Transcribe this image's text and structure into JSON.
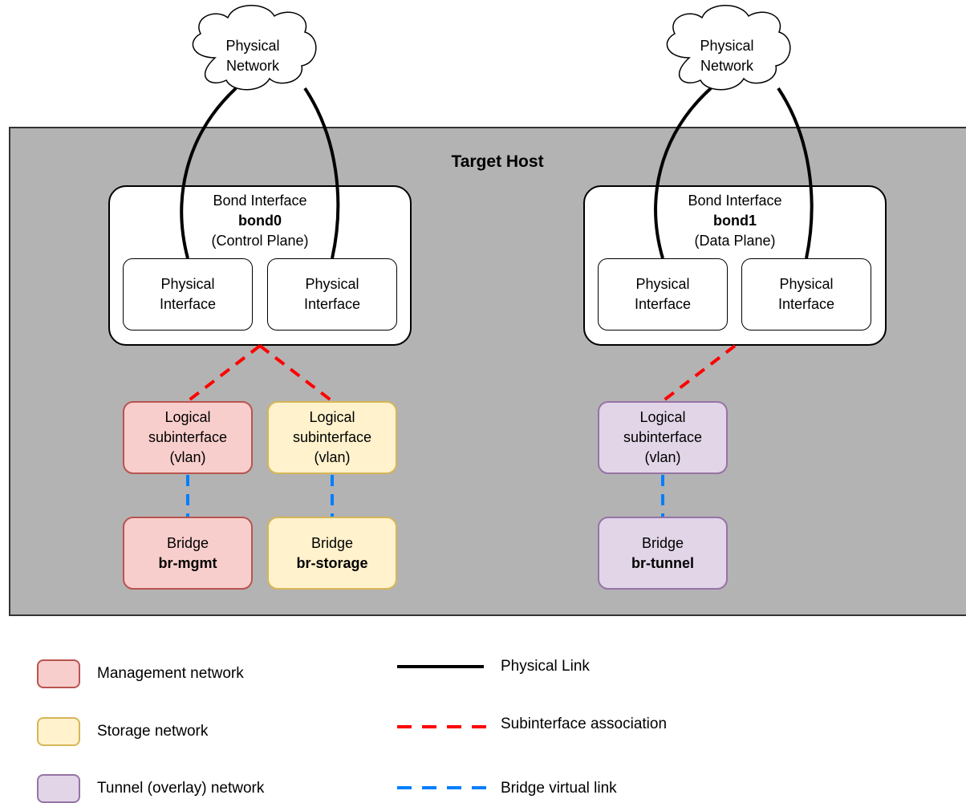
{
  "host": {
    "title": "Target Host"
  },
  "clouds": [
    {
      "line1": "Physical",
      "line2": "Network"
    },
    {
      "line1": "Physical",
      "line2": "Network"
    }
  ],
  "bonds": [
    {
      "line1": "Bond Interface",
      "name": "bond0",
      "line3": "(Control Plane)",
      "phys": [
        {
          "line1": "Physical",
          "line2": "Interface"
        },
        {
          "line1": "Physical",
          "line2": "Interface"
        }
      ]
    },
    {
      "line1": "Bond Interface",
      "name": "bond1",
      "line3": "(Data Plane)",
      "phys": [
        {
          "line1": "Physical",
          "line2": "Interface"
        },
        {
          "line1": "Physical",
          "line2": "Interface"
        }
      ]
    }
  ],
  "subinterfaces": [
    {
      "line1": "Logical",
      "line2": "subinterface",
      "line3": "(vlan)"
    },
    {
      "line1": "Logical",
      "line2": "subinterface",
      "line3": "(vlan)"
    },
    {
      "line1": "Logical",
      "line2": "subinterface",
      "line3": "(vlan)"
    }
  ],
  "bridges": [
    {
      "line1": "Bridge",
      "name": "br-mgmt"
    },
    {
      "line1": "Bridge",
      "name": "br-storage"
    },
    {
      "line1": "Bridge",
      "name": "br-tunnel"
    }
  ],
  "legend": {
    "networks": [
      {
        "label": "Management network",
        "fill": "#f8cecc",
        "stroke": "#b85450"
      },
      {
        "label": "Storage network",
        "fill": "#fff2cc",
        "stroke": "#d6b656"
      },
      {
        "label": "Tunnel (overlay) network",
        "fill": "#e1d5e7",
        "stroke": "#9673a6"
      }
    ],
    "links": [
      {
        "label": "Physical Link",
        "color": "#000000",
        "style": "solid"
      },
      {
        "label": "Subinterface association",
        "color": "#ff0000",
        "style": "dashed"
      },
      {
        "label": "Bridge virtual link",
        "color": "#007fff",
        "style": "dashed"
      }
    ]
  }
}
